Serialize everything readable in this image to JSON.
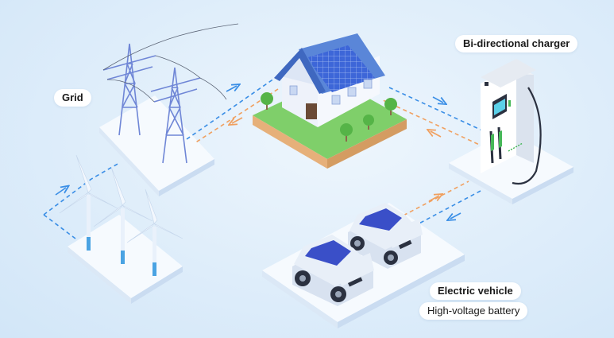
{
  "labels": {
    "grid": "Grid",
    "charger": "Bi-directional charger",
    "ev": "Electric vehicle",
    "battery": "High-voltage battery"
  },
  "colors": {
    "background": "#dfeefb",
    "flow_blue": "#3a8ee6",
    "flow_orange": "#f0a060",
    "platform": "#f5f9fd",
    "car_body": "#e4ecf6",
    "car_window": "#3a4fc8",
    "solar_panel": "#3d66d8",
    "house_roof": "#5a86d8",
    "lawn": "#7fcf6a",
    "tower_steel": "#6f86d6",
    "charger_body": "#f2f4f7",
    "charger_accent": "#46b858"
  },
  "icons": [
    "power-tower-icon",
    "wind-turbine-icon",
    "solar-house-icon",
    "charger-station-icon",
    "electric-car-icon"
  ]
}
